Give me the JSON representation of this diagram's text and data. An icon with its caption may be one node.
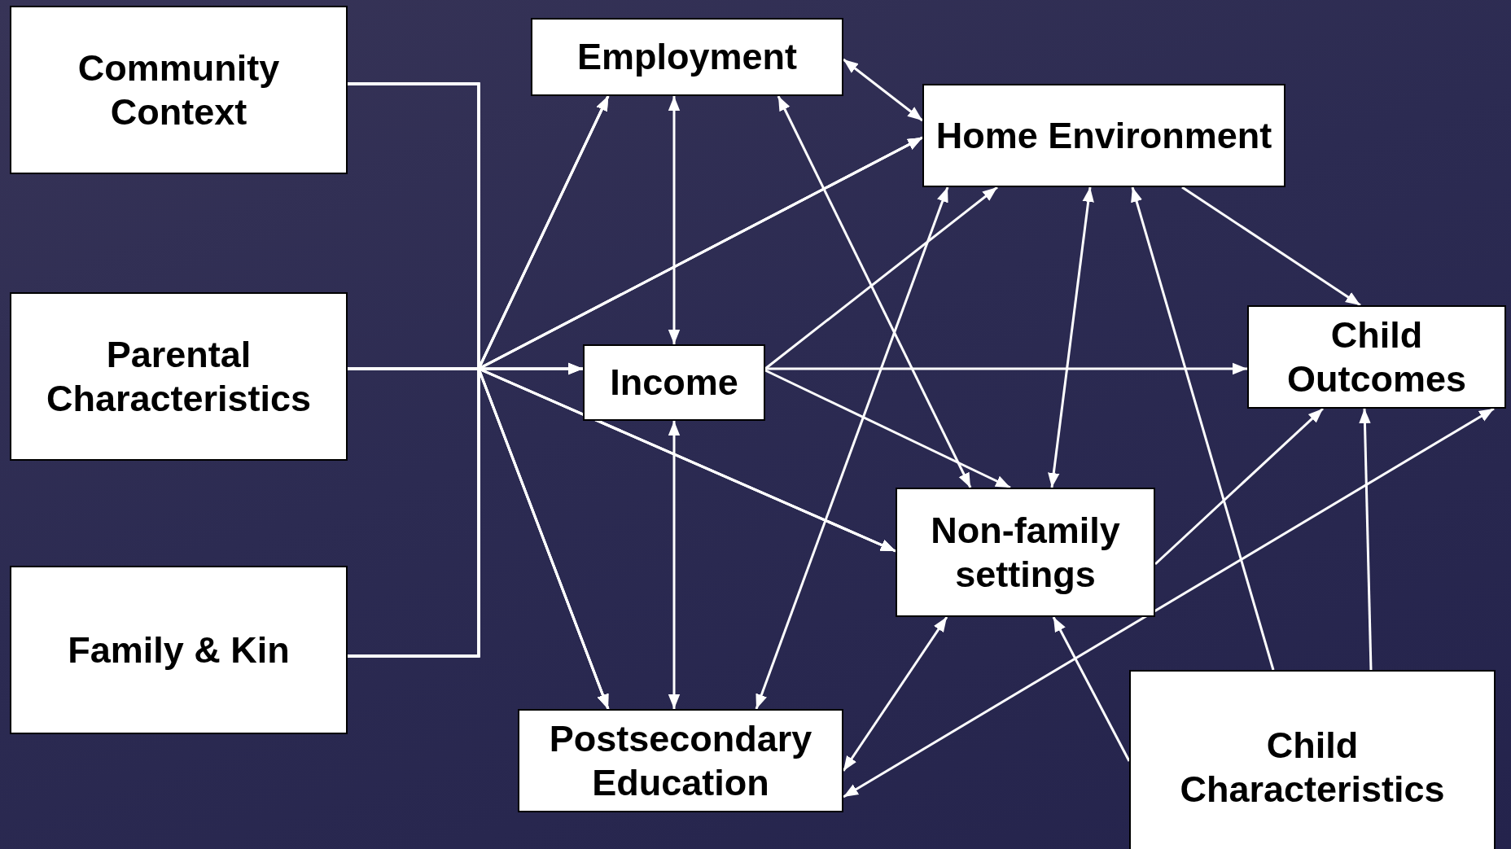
{
  "diagram": {
    "nodes": [
      {
        "text": [
          "Community Context"
        ]
      },
      {
        "text": [
          "Parental Characteristics"
        ]
      },
      {
        "text": [
          "Family & Kin"
        ]
      },
      {
        "text": [
          "Employment"
        ]
      },
      {
        "text": [
          "Home Environment"
        ]
      },
      {
        "text": [
          "Income"
        ]
      },
      {
        "text": [
          "Child Outcomes"
        ]
      },
      {
        "text": [
          "Non-family settings"
        ]
      },
      {
        "text": [
          "Postsecondary Education"
        ]
      },
      {
        "text": [
          "Child Characteristics"
        ]
      }
    ],
    "edges": [
      {
        "from": 0,
        "to": 3,
        "arrow": "to"
      },
      {
        "from": 0,
        "to": 4,
        "arrow": "to"
      },
      {
        "from": 0,
        "to": 5,
        "arrow": "to"
      },
      {
        "from": 0,
        "to": 7,
        "arrow": "to"
      },
      {
        "from": 0,
        "to": 8,
        "arrow": "to"
      },
      {
        "from": 1,
        "to": 3,
        "arrow": "to"
      },
      {
        "from": 1,
        "to": 4,
        "arrow": "to"
      },
      {
        "from": 1,
        "to": 5,
        "arrow": "to"
      },
      {
        "from": 1,
        "to": 7,
        "arrow": "to"
      },
      {
        "from": 1,
        "to": 8,
        "arrow": "to"
      },
      {
        "from": 2,
        "to": 3,
        "arrow": "to"
      },
      {
        "from": 2,
        "to": 4,
        "arrow": "to"
      },
      {
        "from": 2,
        "to": 5,
        "arrow": "to"
      },
      {
        "from": 2,
        "to": 7,
        "arrow": "to"
      },
      {
        "from": 2,
        "to": 8,
        "arrow": "to"
      },
      {
        "from": 3,
        "to": 4,
        "arrow": "both"
      },
      {
        "from": 3,
        "to": 5,
        "arrow": "both"
      },
      {
        "from": 3,
        "to": 7,
        "arrow": "both"
      },
      {
        "from": 5,
        "to": 4,
        "arrow": "to"
      },
      {
        "from": 5,
        "to": 6,
        "arrow": "to"
      },
      {
        "from": 5,
        "to": 7,
        "arrow": "to"
      },
      {
        "from": 5,
        "to": 8,
        "arrow": "both"
      },
      {
        "from": 8,
        "to": 4,
        "arrow": "both"
      },
      {
        "from": 4,
        "to": 7,
        "arrow": "both"
      },
      {
        "from": 4,
        "to": 6,
        "arrow": "to"
      },
      {
        "from": 9,
        "to": 4,
        "arrow": "to"
      },
      {
        "from": 9,
        "to": 6,
        "arrow": "to"
      },
      {
        "from": 9,
        "to": 7,
        "arrow": "to"
      },
      {
        "from": 7,
        "to": 6,
        "arrow": "to"
      },
      {
        "from": 8,
        "to": 6,
        "arrow": "both"
      },
      {
        "from": 8,
        "to": 7,
        "arrow": "both"
      }
    ]
  }
}
